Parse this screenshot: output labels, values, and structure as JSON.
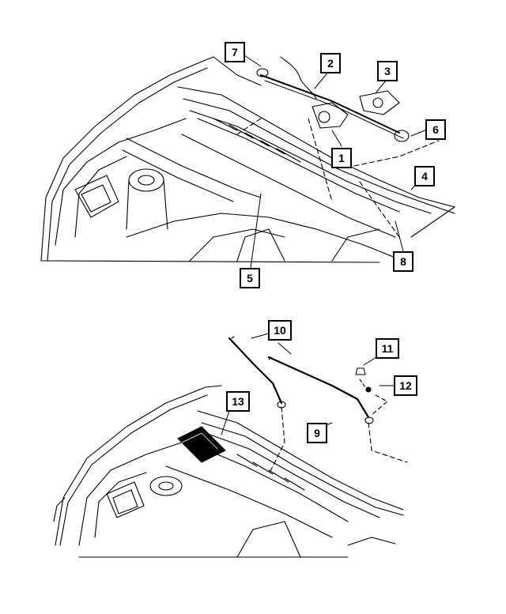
{
  "diagram": {
    "upper_callouts": [
      {
        "id": "c7",
        "label": "7"
      },
      {
        "id": "c2",
        "label": "2"
      },
      {
        "id": "c3",
        "label": "3"
      },
      {
        "id": "c6",
        "label": "6"
      },
      {
        "id": "c1",
        "label": "1"
      },
      {
        "id": "c4",
        "label": "4"
      },
      {
        "id": "c5",
        "label": "5"
      },
      {
        "id": "c8",
        "label": "8"
      }
    ],
    "lower_callouts": [
      {
        "id": "c10",
        "label": "10"
      },
      {
        "id": "c11",
        "label": "11"
      },
      {
        "id": "c12",
        "label": "12"
      },
      {
        "id": "c13",
        "label": "13"
      },
      {
        "id": "c9",
        "label": "9"
      }
    ],
    "colors": {
      "line": "#000000",
      "background": "#ffffff"
    }
  }
}
